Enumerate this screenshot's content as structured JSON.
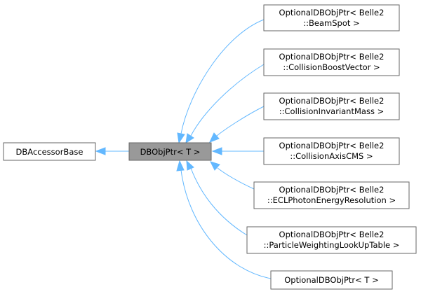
{
  "colors": {
    "edge": "#63b8ff",
    "node_border": "#666666",
    "current_node_fill": "#999999",
    "node_fill": "#ffffff"
  },
  "nodes": {
    "base": {
      "lines": [
        "DBAccessorBase"
      ]
    },
    "current": {
      "lines": [
        "DBObjPtr< T >"
      ]
    },
    "beamspot": {
      "lines": [
        "OptionalDBObjPtr< Belle2",
        "::BeamSpot >"
      ]
    },
    "boost": {
      "lines": [
        "OptionalDBObjPtr< Belle2",
        "::CollisionBoostVector >"
      ]
    },
    "invmass": {
      "lines": [
        "OptionalDBObjPtr< Belle2",
        "::CollisionInvariantMass >"
      ]
    },
    "axis": {
      "lines": [
        "OptionalDBObjPtr< Belle2",
        "::CollisionAxisCMS >"
      ]
    },
    "ecl": {
      "lines": [
        "OptionalDBObjPtr< Belle2",
        "::ECLPhotonEnergyResolution >"
      ]
    },
    "weighting": {
      "lines": [
        "OptionalDBObjPtr< Belle2",
        "::ParticleWeightingLookUpTable >"
      ]
    },
    "generic": {
      "lines": [
        "OptionalDBObjPtr< T >"
      ]
    }
  }
}
